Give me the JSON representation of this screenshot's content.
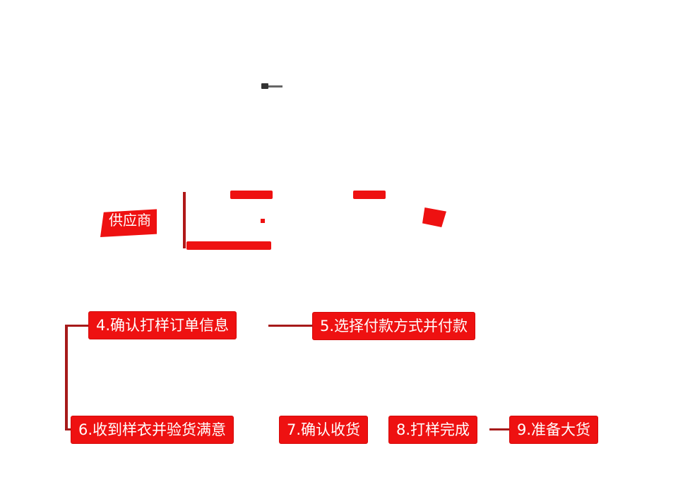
{
  "flow": {
    "fragment_label": "供应商",
    "steps": [
      {
        "id": "step4",
        "label": "4.确认打样订单信息"
      },
      {
        "id": "step5",
        "label": "5.选择付款方式并付款"
      },
      {
        "id": "step6",
        "label": "6.收到样衣并验货满意"
      },
      {
        "id": "step7",
        "label": "7.确认收货"
      },
      {
        "id": "step8",
        "label": "8.打样完成"
      },
      {
        "id": "step9",
        "label": "9.准备大货"
      }
    ]
  },
  "colors": {
    "step_fill": "#ee1111",
    "step_text": "#ffffff",
    "connector": "#a61a1a",
    "background": "#ffffff"
  }
}
